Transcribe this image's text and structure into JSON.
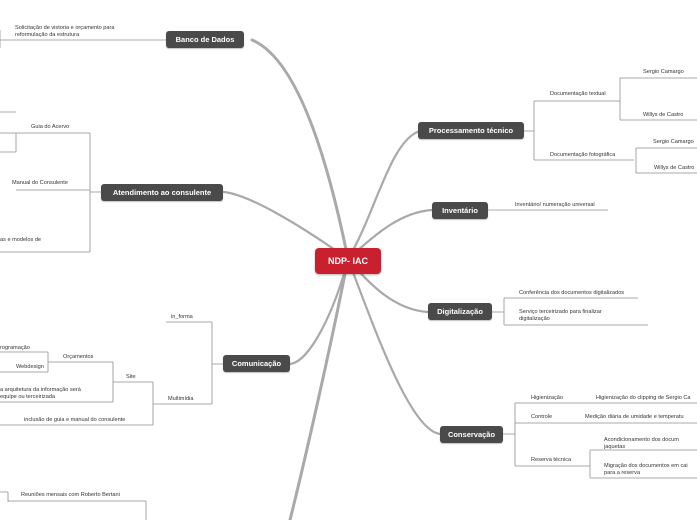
{
  "center": "NDP- IAC",
  "branches": {
    "banco": "Banco de Dados",
    "processamento": "Processamento técnico",
    "atendimento": "Atendimento ao consulente",
    "inventario": "Inventário",
    "digitalizacao": "Digitalização",
    "comunicacao": "Comunicação",
    "conservacao": "Conservação"
  },
  "banco": {
    "solicitacao": "Solicitação de vistoria e orçamento para reformulação da estrutura"
  },
  "processamento": {
    "doc_textual": "Documentação textual",
    "doc_foto": "Documentação fotográfica",
    "sergio1": "Sergio Camargo",
    "willys1": "Willys de Castro",
    "sergio2": "Sergio Camargo",
    "willys2": "Willys de Castro"
  },
  "atendimento": {
    "guia": "Guia do Acervo",
    "manual": "Manual do Consulente",
    "modelos": "as e modelos de"
  },
  "inventario": {
    "numeracao": "Inventário/ numeração universal"
  },
  "digitalizacao": {
    "conferencia": "Conferência dos documentos digitalizados",
    "servico": "Serviço terceirizado para finalizar digitalização"
  },
  "comunicacao": {
    "in_forma": "in_forma",
    "multimidia": "Multimídia",
    "site": "Site",
    "orcamentos": "Orçamentos",
    "programacao": "rogramação",
    "webdesign": "Webdesign",
    "arquitetura": "a arquitetura da informação será equipe ou terceirizada",
    "inclusao": "inclusão de guia e manual do consulente"
  },
  "conservacao": {
    "higienizacao": "Higienização",
    "higienizacao_detail": "Higienização do clipping de Sergio Ca",
    "controle": "Controle",
    "controle_detail": "Medição diária de umidade e temperatu",
    "reserva": "Reserva técnica",
    "acondicionamento": "Acondicionamento dos docum jaquetas",
    "migracao": "Migração dos documentos em cai para a reserva"
  },
  "extra": {
    "reunioes": "Reuniões mensais com Roberto Bertani"
  }
}
